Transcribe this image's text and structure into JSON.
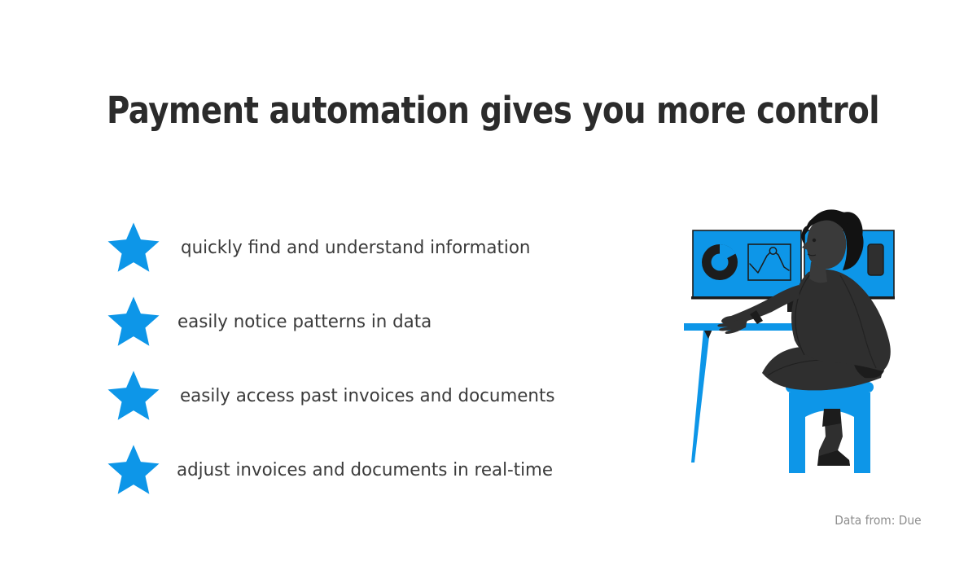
{
  "slide": {
    "background_color": "#ffffff",
    "accent_color": "#0d96e8",
    "title": "Payment automation gives you more control",
    "title_color": "#2b2b2b"
  },
  "bullets": {
    "marker_icon": "star-icon",
    "marker_color": "#0d96e8",
    "text_color": "#3b3b3b",
    "items": [
      {
        "label": "quickly find and understand information"
      },
      {
        "label": "easily notice patterns in data"
      },
      {
        "label": "easily access past invoices and documents"
      },
      {
        "label": "adjust invoices and documents in real-time"
      }
    ]
  },
  "footer": {
    "source_label": "Data from: Due",
    "source_color": "#8d8d8d"
  },
  "illustration": {
    "name": "person-at-desk-with-dual-monitors",
    "colors": {
      "blue": "#0d96e8",
      "dark": "#2f2f2f",
      "black": "#121212",
      "skin": "#3a3a3a"
    },
    "parts": [
      {
        "name": "left-monitor",
        "content": "donut-chart and line-chart"
      },
      {
        "name": "right-monitor",
        "content": "dark panel"
      },
      {
        "name": "desk",
        "content": "blue desktop with tapered leg"
      },
      {
        "name": "stool",
        "content": "blue stool with arch"
      },
      {
        "name": "person",
        "content": "seated figure typing, afro hair, profile facing left"
      }
    ]
  }
}
